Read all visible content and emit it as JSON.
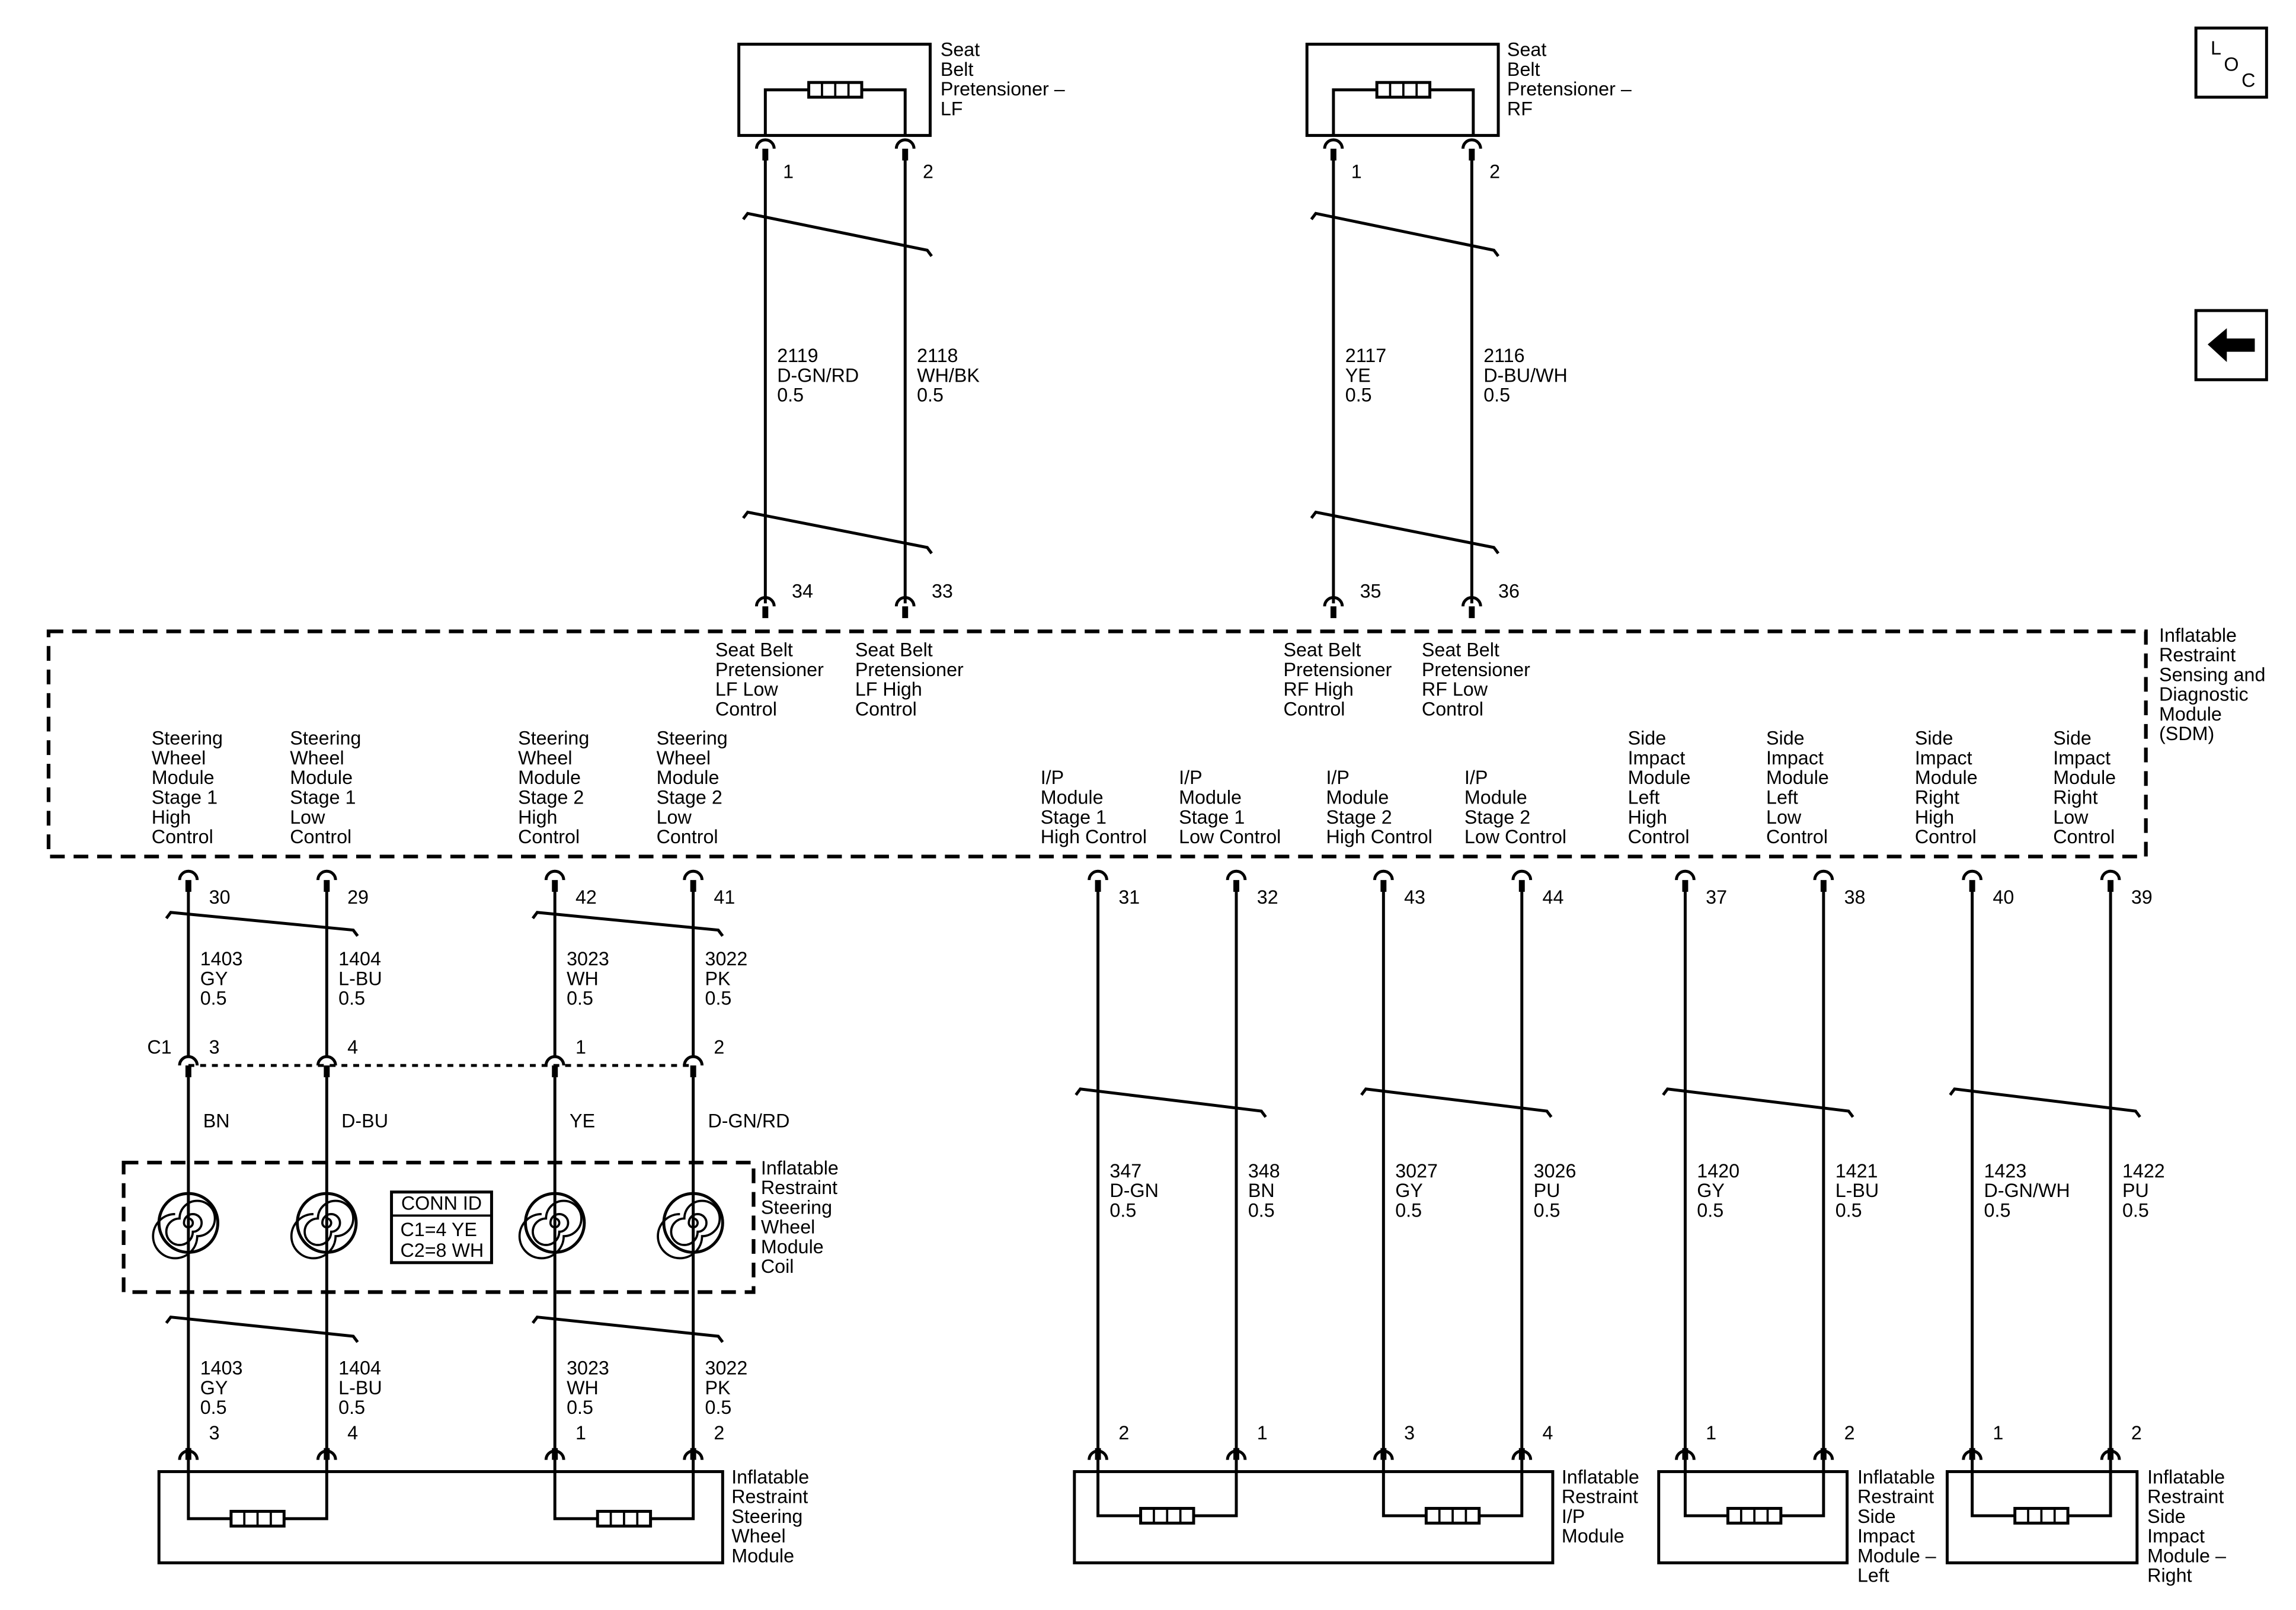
{
  "nav": {
    "loc_l": "L",
    "loc_o": "O",
    "loc_c": "C",
    "back_glyph": "←"
  },
  "components": {
    "pret_lf": [
      "Seat",
      "Belt",
      "Pretensioner –",
      "LF"
    ],
    "pret_rf": [
      "Seat",
      "Belt",
      "Pretensioner –",
      "RF"
    ],
    "sdm": [
      "Inflatable",
      "Restraint",
      "Sensing and",
      "Diagnostic",
      "Module",
      "(SDM)"
    ],
    "coil": [
      "Inflatable",
      "Restraint",
      "Steering",
      "Wheel",
      "Module",
      "Coil"
    ],
    "sw_module": [
      "Inflatable",
      "Restraint",
      "Steering",
      "Wheel",
      "Module"
    ],
    "ip_module": [
      "Inflatable",
      "Restraint",
      "I/P",
      "Module"
    ],
    "side_left": [
      "Inflatable",
      "Restraint",
      "Side",
      "Impact",
      "Module –",
      "Left"
    ],
    "side_right": [
      "Inflatable",
      "Restraint",
      "Side",
      "Impact",
      "Module –",
      "Right"
    ]
  },
  "conn_id": {
    "title": "CONN ID",
    "c1": "C1=4 YE",
    "c2": "C2=8 WH"
  },
  "connector_c1": "C1",
  "sdm_functions": {
    "f34": [
      "Seat Belt",
      "Pretensioner",
      "LF Low",
      "Control"
    ],
    "f33": [
      "Seat Belt",
      "Pretensioner",
      "LF High",
      "Control"
    ],
    "f35": [
      "Seat Belt",
      "Pretensioner",
      "RF High",
      "Control"
    ],
    "f36": [
      "Seat Belt",
      "Pretensioner",
      "RF Low",
      "Control"
    ],
    "f30": [
      "Steering",
      "Wheel",
      "Module",
      "Stage 1",
      "High",
      "Control"
    ],
    "f29": [
      "Steering",
      "Wheel",
      "Module",
      "Stage 1",
      "Low",
      "Control"
    ],
    "f42": [
      "Steering",
      "Wheel",
      "Module",
      "Stage 2",
      "High",
      "Control"
    ],
    "f41": [
      "Steering",
      "Wheel",
      "Module",
      "Stage 2",
      "Low",
      "Control"
    ],
    "f31": [
      "I/P",
      "Module",
      "Stage 1",
      "High Control"
    ],
    "f32": [
      "I/P",
      "Module",
      "Stage 1",
      "Low Control"
    ],
    "f43": [
      "I/P",
      "Module",
      "Stage 2",
      "High Control"
    ],
    "f44": [
      "I/P",
      "Module",
      "Stage 2",
      "Low Control"
    ],
    "f37": [
      "Side",
      "Impact",
      "Module",
      "Left",
      "High",
      "Control"
    ],
    "f38": [
      "Side",
      "Impact",
      "Module",
      "Left",
      "Low",
      "Control"
    ],
    "f40": [
      "Side",
      "Impact",
      "Module",
      "Right",
      "High",
      "Control"
    ],
    "f39": [
      "Side",
      "Impact",
      "Module",
      "Right",
      "Low",
      "Control"
    ]
  },
  "wires": {
    "w2119": [
      "2119",
      "D-GN/RD",
      "0.5"
    ],
    "w2118": [
      "2118",
      "WH/BK",
      "0.5"
    ],
    "w2117": [
      "2117",
      "YE",
      "0.5"
    ],
    "w2116": [
      "2116",
      "D-BU/WH",
      "0.5"
    ],
    "w1403": [
      "1403",
      "GY",
      "0.5"
    ],
    "w1404": [
      "1404",
      "L-BU",
      "0.5"
    ],
    "w3023": [
      "3023",
      "WH",
      "0.5"
    ],
    "w3022": [
      "3022",
      "PK",
      "0.5"
    ],
    "w347": [
      "347",
      "D-GN",
      "0.5"
    ],
    "w348": [
      "348",
      "BN",
      "0.5"
    ],
    "w3027": [
      "3027",
      "GY",
      "0.5"
    ],
    "w3026": [
      "3026",
      "PU",
      "0.5"
    ],
    "w1420": [
      "1420",
      "GY",
      "0.5"
    ],
    "w1421": [
      "1421",
      "L-BU",
      "0.5"
    ],
    "w1423": [
      "1423",
      "D-GN/WH",
      "0.5"
    ],
    "w1422": [
      "1422",
      "PU",
      "0.5"
    ]
  },
  "coil_colors": {
    "c1": "BN",
    "c2": "D-BU",
    "c3": "YE",
    "c4": "D-GN/RD"
  },
  "pins": {
    "lf1": "1",
    "lf2": "2",
    "rf1": "1",
    "rf2": "2",
    "s34": "34",
    "s33": "33",
    "s35": "35",
    "s36": "36",
    "s30": "30",
    "s29": "29",
    "s42": "42",
    "s41": "41",
    "s31": "31",
    "s32": "32",
    "s43": "43",
    "s44": "44",
    "s37": "37",
    "s38": "38",
    "s40": "40",
    "s39": "39",
    "c1_3": "3",
    "c1_4": "4",
    "c1_1": "1",
    "c1_2": "2",
    "sw3": "3",
    "sw4": "4",
    "sw1": "1",
    "sw2": "2",
    "ip2": "2",
    "ip1": "1",
    "ip3": "3",
    "ip4": "4",
    "sl1": "1",
    "sl2": "2",
    "sr1": "1",
    "sr2": "2"
  }
}
